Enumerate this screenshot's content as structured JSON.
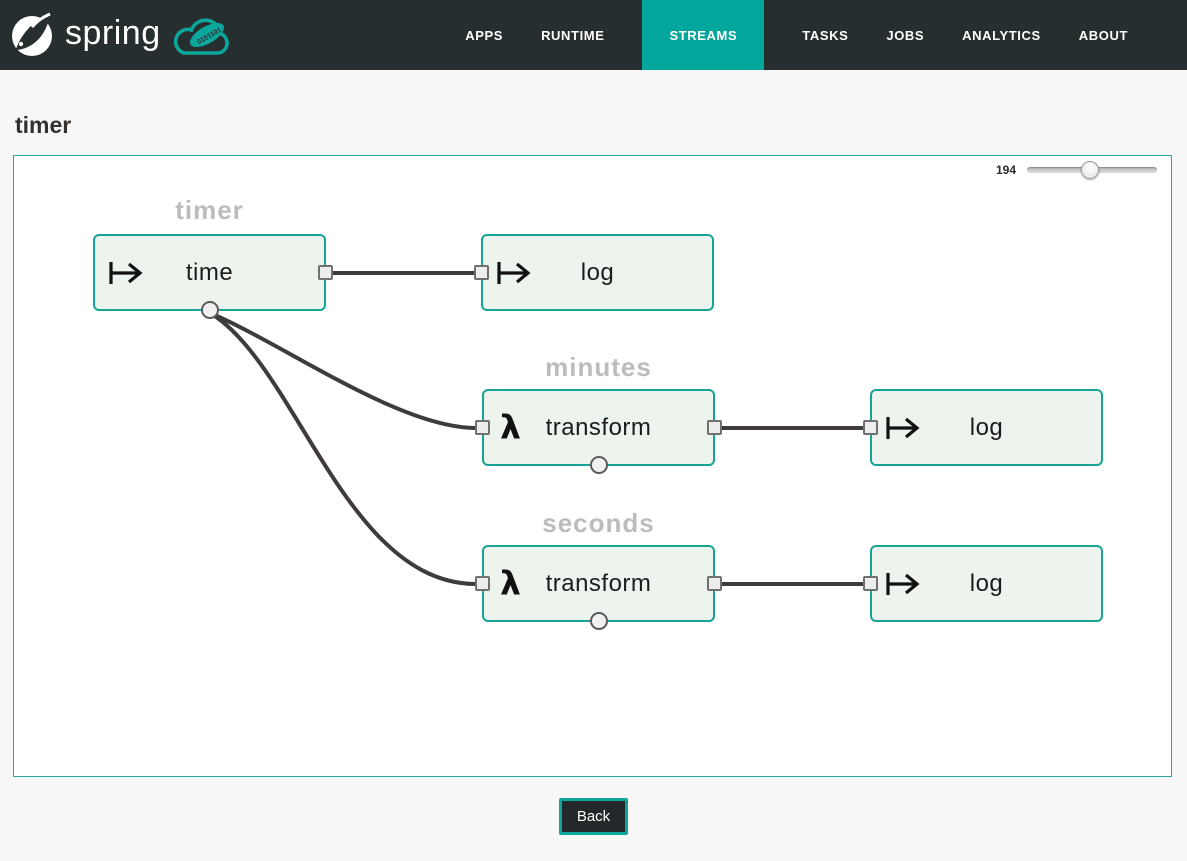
{
  "navbar": {
    "brand_text": "spring",
    "items": [
      {
        "label": "APPS",
        "active": false
      },
      {
        "label": "RUNTIME",
        "active": false
      },
      {
        "label": "STREAMS",
        "active": true
      },
      {
        "label": "TASKS",
        "active": false
      },
      {
        "label": "JOBS",
        "active": false
      },
      {
        "label": "ANALYTICS",
        "active": false
      },
      {
        "label": "ABOUT",
        "active": false
      }
    ]
  },
  "page": {
    "title": "timer"
  },
  "canvas": {
    "zoom_value": "194",
    "groups": [
      {
        "label": "timer"
      },
      {
        "label": "minutes"
      },
      {
        "label": "seconds"
      }
    ],
    "nodes": [
      {
        "name": "time",
        "label": "time",
        "type": "source",
        "icon": "pipe-arrow"
      },
      {
        "name": "log-1",
        "label": "log",
        "type": "sink",
        "icon": "pipe-arrow"
      },
      {
        "name": "transform-minutes",
        "label": "transform",
        "type": "processor",
        "icon": "lambda"
      },
      {
        "name": "log-2",
        "label": "log",
        "type": "sink",
        "icon": "pipe-arrow"
      },
      {
        "name": "transform-seconds",
        "label": "transform",
        "type": "processor",
        "icon": "lambda"
      },
      {
        "name": "log-3",
        "label": "log",
        "type": "sink",
        "icon": "pipe-arrow"
      }
    ],
    "connections": [
      {
        "from": "time",
        "to": "log-1"
      },
      {
        "from": "time.tap",
        "to": "transform-minutes"
      },
      {
        "from": "time.tap",
        "to": "transform-seconds"
      },
      {
        "from": "transform-minutes",
        "to": "log-2"
      },
      {
        "from": "transform-seconds",
        "to": "log-3"
      }
    ]
  },
  "icons": {
    "lambda_glyph": "λ"
  },
  "footer": {
    "back_label": "Back"
  },
  "colors": {
    "accent_teal": "#04a79b",
    "navbar_bg": "#272e30",
    "node_fill": "#edf4ee",
    "node_border": "#17a398",
    "wire": "#3f3b3a",
    "group_label": "#bcbcbc"
  }
}
